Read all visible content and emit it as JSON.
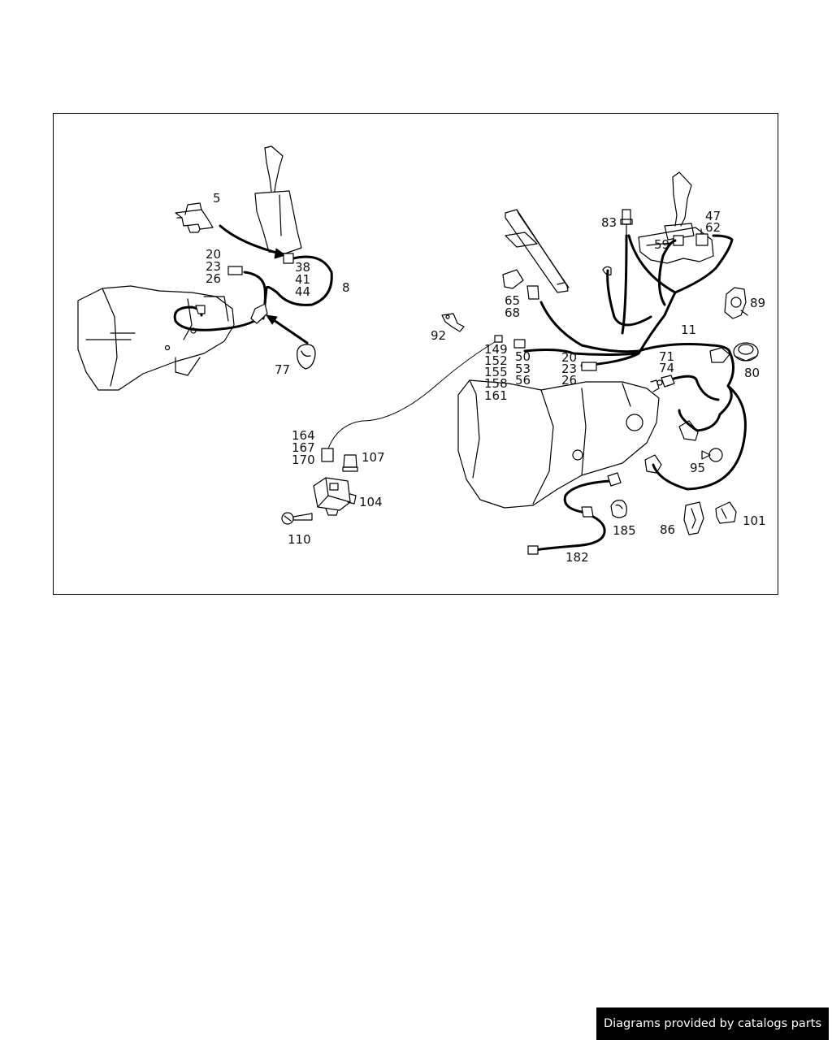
{
  "parts": {
    "p5": "5",
    "p20a": "20",
    "p23a": "23",
    "p26a": "26",
    "p38": "38",
    "p41": "41",
    "p44": "44",
    "p8": "8",
    "p77": "77",
    "p92": "92",
    "p149": "149",
    "p152": "152",
    "p155": "155",
    "p158": "158",
    "p161": "161",
    "p164": "164",
    "p167": "167",
    "p170": "170",
    "p107": "107",
    "p104": "104",
    "p110": "110",
    "p65": "65",
    "p68": "68",
    "p50": "50",
    "p53": "53",
    "p56": "56",
    "p20b": "20",
    "p23b": "23",
    "p26b": "26",
    "p83": "83",
    "p59": "59",
    "p47": "47",
    "p62": "62",
    "p89": "89",
    "p11": "11",
    "p71": "71",
    "p74": "74",
    "p80": "80",
    "p95": "95",
    "p86": "86",
    "p101": "101",
    "p185": "185",
    "p182": "182"
  },
  "footer": {
    "credit": "Diagrams provided by catalogs parts"
  }
}
